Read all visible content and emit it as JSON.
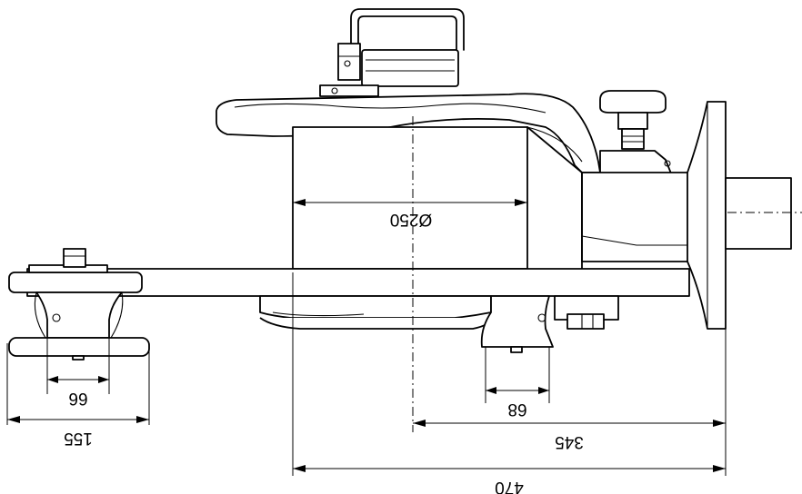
{
  "colors": {
    "stroke": "#000000",
    "background": "#ffffff"
  },
  "dimensions": {
    "diameter": "Ø250",
    "roller_width_left": "66",
    "roller_width_right": "68",
    "left_overall": "155",
    "center_to_flange": "345",
    "overall": "470"
  }
}
